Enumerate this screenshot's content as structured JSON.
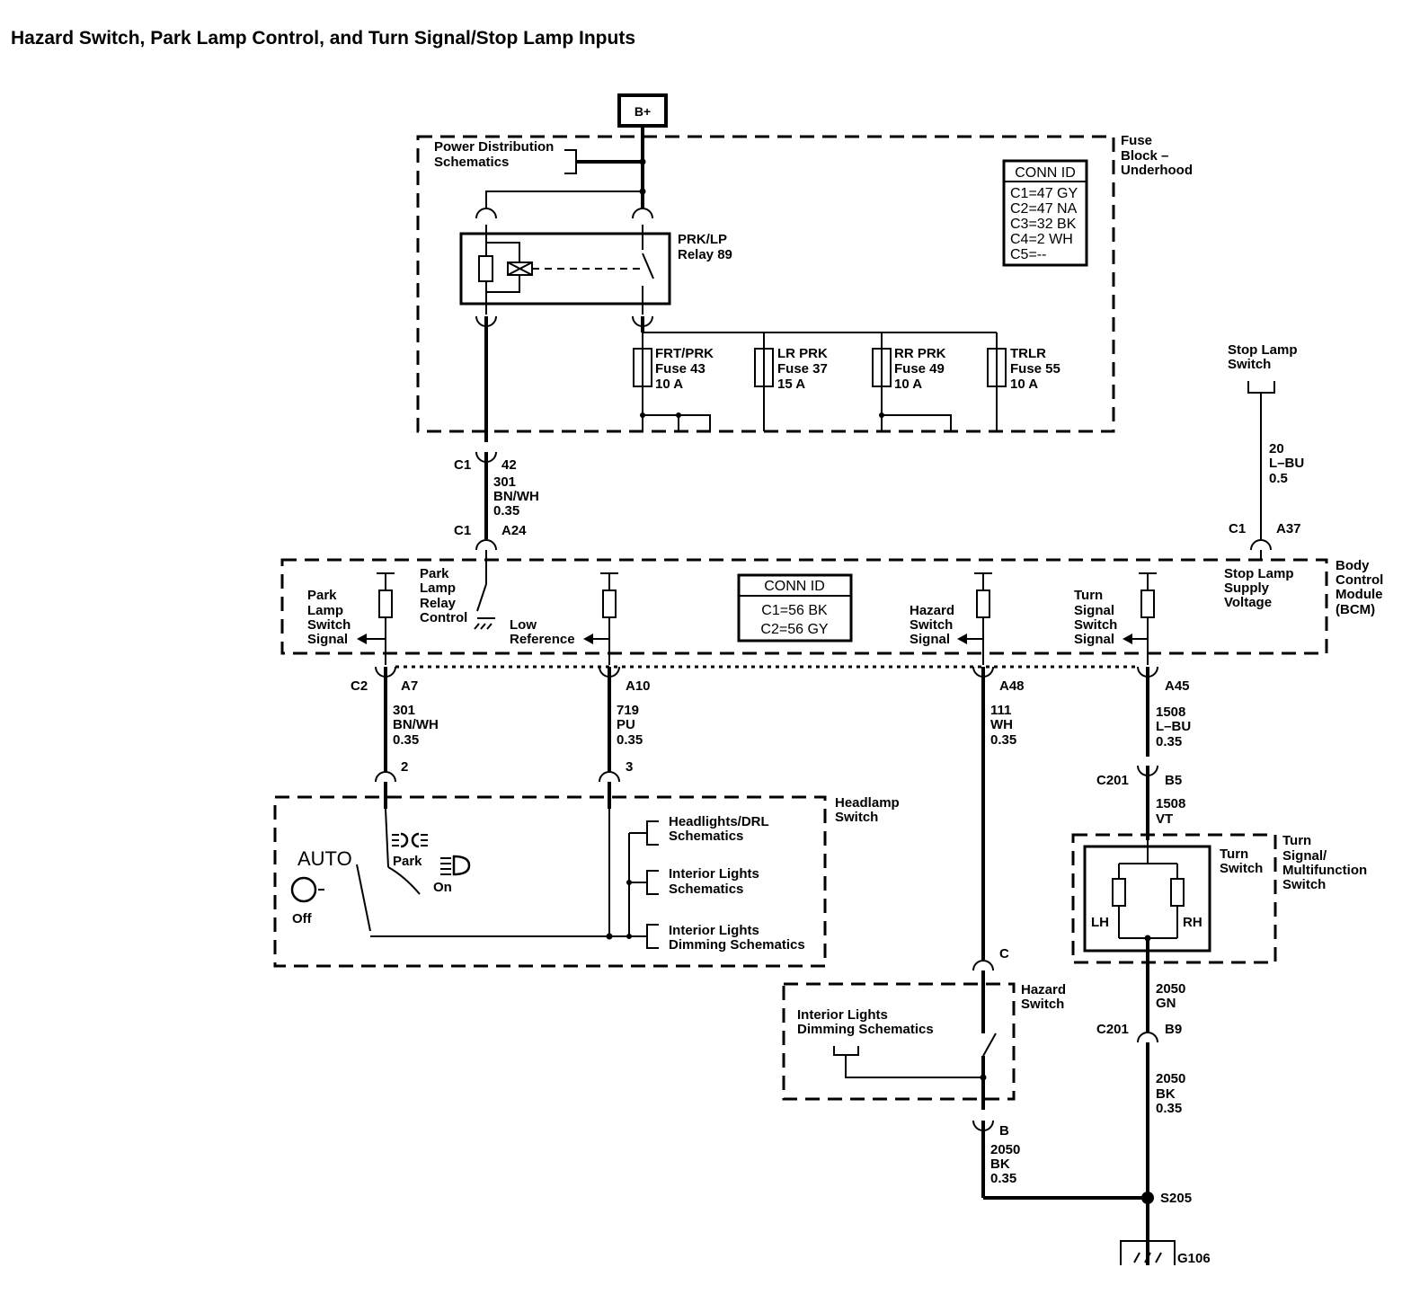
{
  "title": "Hazard Switch, Park Lamp Control, and Turn Signal/Stop Lamp Inputs",
  "b_plus": "B+",
  "fuse_block": {
    "label": [
      "Fuse",
      "Block –",
      "Underhood"
    ],
    "power_distribution": [
      "Power Distribution",
      "Schematics"
    ],
    "relay": [
      "PRK/LP",
      "Relay 89"
    ],
    "fuses": [
      {
        "name": "FRT/PRK",
        "fuse": "Fuse 43",
        "rating": "10 A"
      },
      {
        "name": "LR PRK",
        "fuse": "Fuse 37",
        "rating": "15 A"
      },
      {
        "name": "RR PRK",
        "fuse": "Fuse 49",
        "rating": "10 A"
      },
      {
        "name": "TRLR",
        "fuse": "Fuse 55",
        "rating": "10 A"
      }
    ],
    "conn_id": {
      "header": "CONN ID",
      "rows": [
        "C1=47 GY",
        "C2=47 NA",
        "C3=32 BK",
        "C4=2 WH",
        "C5=--"
      ]
    }
  },
  "stop_lamp_switch": [
    "Stop Lamp",
    "Switch"
  ],
  "wire_stop": [
    "20",
    "L–BU",
    "0.5"
  ],
  "pin_stop": {
    "conn": "C1",
    "pin": "A37"
  },
  "pin_fuse_out": {
    "conn": "C1",
    "pin": "42"
  },
  "wire_relay": [
    "301",
    "BN/WH",
    "0.35"
  ],
  "pin_relay_in": {
    "conn": "C1",
    "pin": "A24"
  },
  "bcm": {
    "label": [
      "Body",
      "Control",
      "Module",
      "(BCM)"
    ],
    "park_lamp_switch_signal": [
      "Park",
      "Lamp",
      "Switch",
      "Signal"
    ],
    "park_lamp_relay_control": [
      "Park",
      "Lamp",
      "Relay",
      "Control"
    ],
    "low_reference": [
      "Low",
      "Reference"
    ],
    "hazard_switch_signal": [
      "Hazard",
      "Switch",
      "Signal"
    ],
    "turn_signal_switch_signal": [
      "Turn",
      "Signal",
      "Switch",
      "Signal"
    ],
    "stop_lamp_supply_voltage": [
      "Stop Lamp",
      "Supply",
      "Voltage"
    ],
    "conn_id": {
      "header": "CONN ID",
      "rows": [
        "C1=56 BK",
        "C2=56 GY"
      ]
    }
  },
  "pins": {
    "a7": {
      "conn": "C2",
      "pin": "A7"
    },
    "a10": "A10",
    "a48": "A48",
    "a45": "A45"
  },
  "wires": {
    "w301": [
      "301",
      "BN/WH",
      "0.35"
    ],
    "w719": [
      "719",
      "PU",
      "0.35"
    ],
    "w111": [
      "111",
      "WH",
      "0.35"
    ],
    "w1508a": [
      "1508",
      "L–BU",
      "0.35"
    ],
    "w1508b": [
      "1508",
      "VT"
    ],
    "w2050gn": [
      "2050",
      "GN"
    ],
    "w2050bk": [
      "2050",
      "BK",
      "0.35"
    ],
    "w2050bk2": [
      "2050",
      "BK",
      "0.35"
    ]
  },
  "headlamp_switch": {
    "label": [
      "Headlamp",
      "Switch"
    ],
    "pin_2": "2",
    "pin_3": "3",
    "auto": "AUTO",
    "off": "Off",
    "park": "Park",
    "on": "On",
    "refs": [
      [
        "Headlights/DRL",
        "Schematics"
      ],
      [
        "Interior Lights",
        "Schematics"
      ],
      [
        "Interior Lights",
        "Dimming Schematics"
      ]
    ]
  },
  "c201_b5": {
    "conn": "C201",
    "pin": "B5"
  },
  "c201_b9": {
    "conn": "C201",
    "pin": "B9"
  },
  "turn_switch": {
    "outer_label": [
      "Turn",
      "Signal/",
      "Multifunction",
      "Switch"
    ],
    "inner_label": [
      "Turn",
      "Switch"
    ],
    "lh": "LH",
    "rh": "RH"
  },
  "hazard_switch": {
    "label": [
      "Hazard",
      "Switch"
    ],
    "ref": [
      "Interior Lights",
      "Dimming Schematics"
    ],
    "pin_c": "C",
    "pin_b": "B"
  },
  "splice": "S205",
  "ground": "G106"
}
